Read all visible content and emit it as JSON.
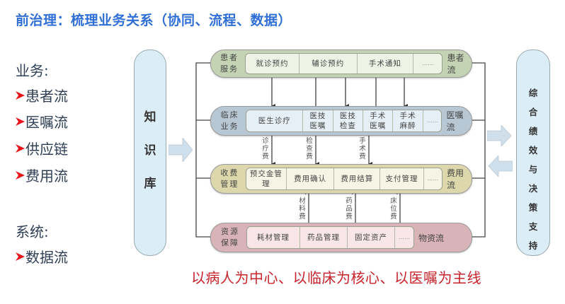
{
  "title": "前治理：梳理业务关系（协同、流程、数据）",
  "left_panel": {
    "business_heading": "业务:",
    "business_items": [
      "患者流",
      "医嘱流",
      "供应链",
      "费用流"
    ],
    "system_heading": "系统:",
    "system_items": [
      "数据流"
    ]
  },
  "knowledge_base": {
    "chars": [
      "知",
      "识",
      "库"
    ]
  },
  "decision_support": {
    "chars": [
      "综",
      "合",
      "绩",
      "效",
      "与",
      "决",
      "策",
      "支",
      "持"
    ]
  },
  "rows": [
    {
      "label": [
        "患者",
        "服务"
      ],
      "cells": [
        "就诊预约",
        "辅诊预约",
        "手术通知",
        "……"
      ],
      "flow": "患者流",
      "colors": {
        "outer": "#c4d3b4",
        "inner": "#eef3e6"
      }
    },
    {
      "label": [
        "临床",
        "业务"
      ],
      "cells": [
        "医生诊疗",
        "医技\n医嘱",
        "医技\n检查",
        "手术\n医嘱",
        "手术\n麻醉",
        "……"
      ],
      "flow": "医嘱流",
      "colors": {
        "outer": "#b7c8d4",
        "inner": "#e6eff5"
      }
    },
    {
      "label": [
        "收费",
        "管理"
      ],
      "cells": [
        "预交金管理",
        "费用确认",
        "费用结算",
        "支付管理",
        "……"
      ],
      "flow": "费用流",
      "colors": {
        "outer": "#dcd8ab",
        "inner": "#f6f4e4"
      }
    },
    {
      "label": [
        "资源",
        "保障"
      ],
      "cells": [
        "耗材管理",
        "药品管理",
        "固定资产",
        "……"
      ],
      "flow": "物资流",
      "colors": {
        "outer": "#d8b4b8",
        "inner": "#f8e6e8"
      }
    }
  ],
  "connector_labels": {
    "r2_r3": [
      "诊疗费",
      "检查费",
      "手术费"
    ],
    "r4_r3": [
      "材料费",
      "药品费",
      "床位费"
    ]
  },
  "bottom_slogan": "以病人为中心、以临床为核心、以医嘱为主线",
  "colors": {
    "title": "#2f6fd6",
    "bullet": "#e8141c",
    "slogan": "#c8232b",
    "pillar": "#dbedf6",
    "arrow": "#cfe0ec"
  }
}
